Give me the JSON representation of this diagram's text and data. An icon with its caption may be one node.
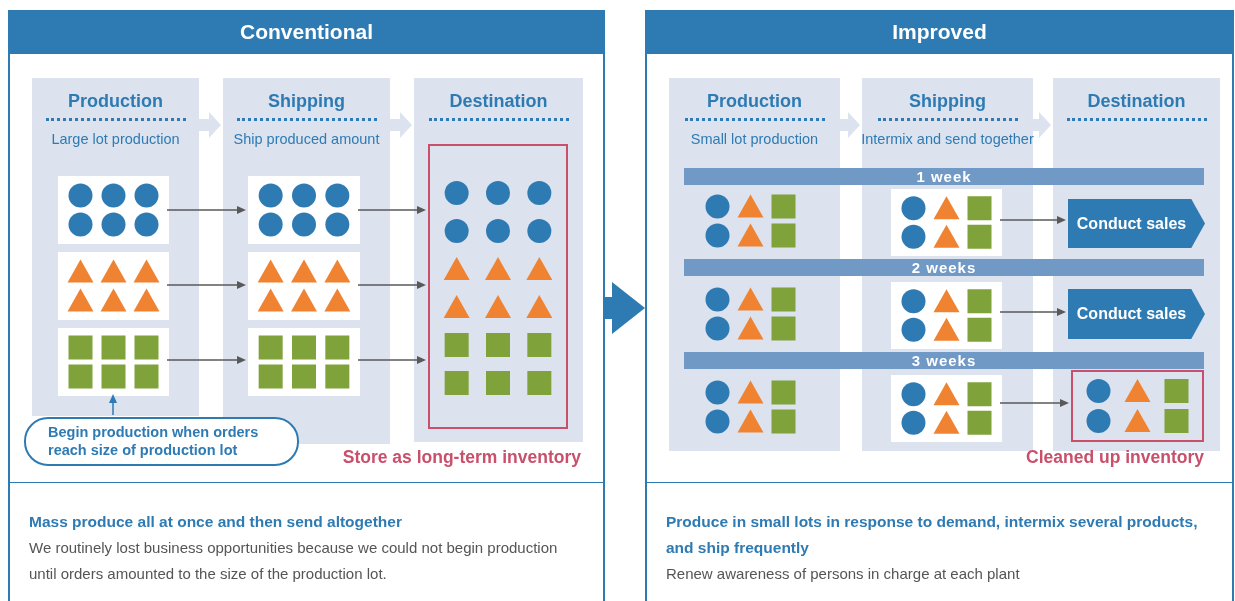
{
  "diagram": {
    "nodes": [
      {
        "text": [
          "Conventional",
          "Mass produce all at once and then send altogether",
          "We routinely lost business opportunities because we could not begin production until orders amounted to the size of the production lot."
        ]
      },
      {
        "text": [
          "Production",
          "Large lot production"
        ],
        "in": 0
      },
      {
        "text": [
          "Shipping",
          "Ship produced amount"
        ],
        "in": 0
      },
      {
        "text": [
          "Destination"
        ],
        "in": 0
      },
      {
        "text": [],
        "shape": "box",
        "in": 1
      },
      {
        "text": [],
        "shape": "box",
        "in": 1
      },
      {
        "text": [],
        "shape": "box",
        "in": 1
      },
      {
        "text": [],
        "shape": "box",
        "in": 2
      },
      {
        "text": [],
        "shape": "box",
        "in": 2
      },
      {
        "text": [],
        "shape": "box",
        "in": 2
      },
      {
        "text": [],
        "shape": "box",
        "in": 3,
        "beside": [
          "Store as long-term inventory"
        ]
      },
      {
        "text": [
          "Begin production when orders reach size of production lot"
        ],
        "in": 0
      },
      {
        "text": [
          "Improved",
          "Produce in small lots in response to demand, intermix several products, and ship frequently",
          "Renew awareness of persons in charge at each plant"
        ]
      },
      {
        "text": [
          "Production",
          "Small lot production"
        ],
        "in": 12
      },
      {
        "text": [
          "Shipping",
          "Intermix and send together"
        ],
        "in": 12
      },
      {
        "text": [
          "Destination"
        ],
        "in": 12
      },
      {
        "text": [
          "1 week"
        ],
        "in": 12
      },
      {
        "text": [
          "2 weeks"
        ],
        "in": 12
      },
      {
        "text": [
          "3 weeks"
        ],
        "in": 12
      },
      {
        "text": [],
        "shape": "box",
        "in": 14
      },
      {
        "text": [],
        "shape": "box",
        "in": 14
      },
      {
        "text": [],
        "shape": "box",
        "in": 14
      },
      {
        "text": [
          "Conduct sales"
        ],
        "in": 15
      },
      {
        "text": [
          "Conduct sales"
        ],
        "in": 15
      },
      {
        "text": [],
        "shape": "box",
        "in": 15,
        "beside": [
          "Cleaned up inventory"
        ]
      }
    ],
    "edges": [
      {
        "from": 1,
        "to": 2,
        "arrow": "to",
        "style": "thick",
        "color": "#dce3ef"
      },
      {
        "from": 2,
        "to": 3,
        "arrow": "to",
        "style": "thick",
        "color": "#dce3ef"
      },
      {
        "from": 4,
        "to": 7,
        "arrow": "to"
      },
      {
        "from": 5,
        "to": 8,
        "arrow": "to"
      },
      {
        "from": 6,
        "to": 9,
        "arrow": "to"
      },
      {
        "from": 7,
        "to": 10,
        "arrow": "to"
      },
      {
        "from": 8,
        "to": 10,
        "arrow": "to"
      },
      {
        "from": 9,
        "to": 10,
        "arrow": "to"
      },
      {
        "from": 11,
        "to": 6,
        "arrow": "to",
        "color": "#2e7bb4"
      },
      {
        "from": 0,
        "to": 12,
        "arrow": "to",
        "style": "thick",
        "color": "#2e7bb4"
      },
      {
        "from": 13,
        "to": 14,
        "arrow": "to",
        "style": "thick",
        "color": "#dce3ef"
      },
      {
        "from": 14,
        "to": 15,
        "arrow": "to",
        "style": "thick",
        "color": "#dce3ef"
      },
      {
        "from": 19,
        "to": 22,
        "arrow": "to"
      },
      {
        "from": 20,
        "to": 23,
        "arrow": "to"
      },
      {
        "from": 21,
        "to": 24,
        "arrow": "to"
      }
    ]
  }
}
